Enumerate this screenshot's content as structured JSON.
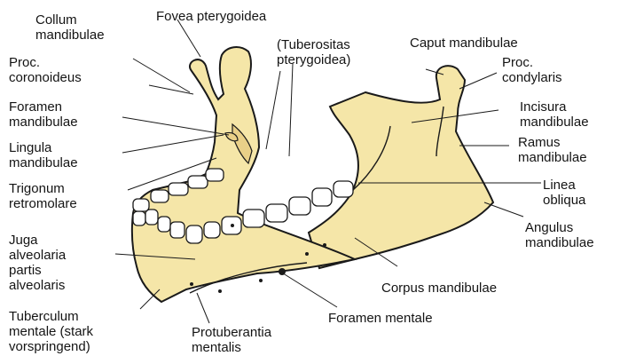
{
  "colors": {
    "bone": "#f5e6a8",
    "bone_shade": "#e9d088",
    "outline": "#1a1a1a",
    "tooth": "#ffffff",
    "background": "#ffffff"
  },
  "labels": {
    "collum": "Collum\nmandibulae",
    "fovea": "Fovea pterygoidea",
    "tuberositas": "(Tuberositas\npterygoidea)",
    "caput": "Caput mandibulae",
    "proc_coronoideus": "Proc.\ncoronoideus",
    "proc_condylaris": "Proc.\ncondylaris",
    "foramen_mandibulae": "Foramen\nmandibulae",
    "incisura": "Incisura\nmandibulae",
    "lingula": "Lingula\nmandibulae",
    "ramus": "Ramus\nmandibulae",
    "trigonum": "Trigonum\nretromolare",
    "linea": "Linea\nobliqua",
    "angulus": "Angulus\nmandibulae",
    "juga": "Juga\nalveolaria\npartis\nalveolaris",
    "corpus": "Corpus mandibulae",
    "tuberculum": "Tuberculum\nmentale (stark\nvorspringend)",
    "protuberantia": "Protuberantia\nmentalis",
    "foramen_mentale": "Foramen mentale"
  }
}
